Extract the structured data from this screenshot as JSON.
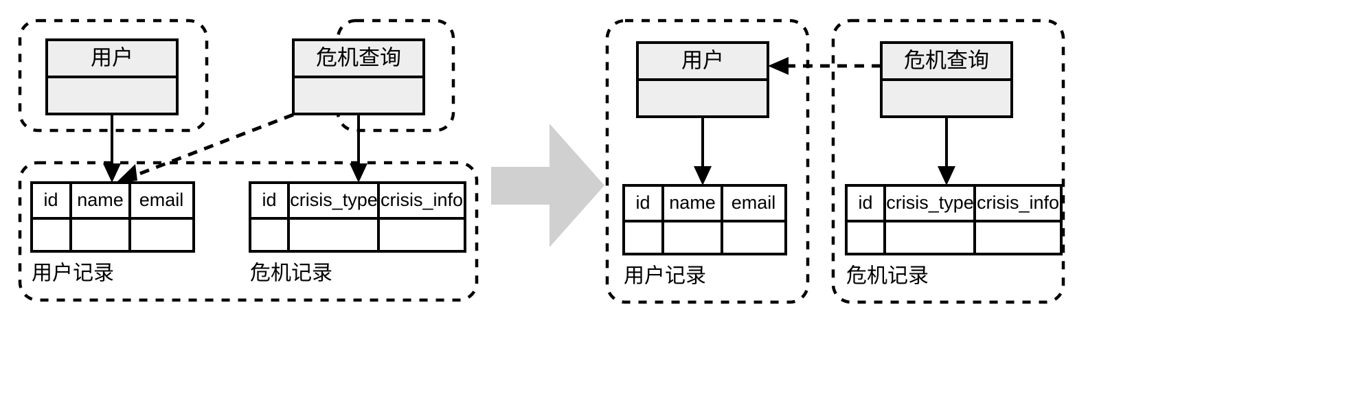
{
  "diagram": {
    "title": "UML class to database table mapping refactoring",
    "colors": {
      "class_box_fill": "#eeeeee",
      "stroke": "#000000",
      "table_fill": "#ffffff",
      "transition_arrow": "#d0d0d0",
      "page_background": "#ffffff"
    },
    "panels": [
      {
        "id": "before",
        "name": "before-panel",
        "groups": [
          {
            "id": "before-user-class-group",
            "name": "user-class-package",
            "kind": "dashed-package",
            "class_box": {
              "name": "user-class-box",
              "title": "用户",
              "has_attributes_compartment": true
            }
          },
          {
            "id": "before-crisis-class-group",
            "name": "crisis-query-class-package",
            "kind": "dashed-package",
            "class_box": {
              "name": "crisis-query-class-box",
              "title": "危机查询",
              "has_attributes_compartment": true
            }
          },
          {
            "id": "before-records-group",
            "name": "records-package",
            "kind": "dashed-package",
            "tables": [
              {
                "name": "user-record-table",
                "caption": "用户记录",
                "columns": [
                  "id",
                  "name",
                  "email"
                ],
                "empty_row": true
              },
              {
                "name": "crisis-record-table",
                "caption": "危机记录",
                "columns": [
                  "id",
                  "crisis_type",
                  "crisis_info"
                ],
                "empty_row": true
              }
            ]
          }
        ],
        "connections": [
          {
            "name": "user-class-to-user-record",
            "from": "用户",
            "to": "用户记录",
            "style": "solid",
            "arrow": "open"
          },
          {
            "name": "crisis-query-to-crisis-record",
            "from": "危机查询",
            "to": "危机记录",
            "style": "solid",
            "arrow": "open"
          },
          {
            "name": "crisis-query-to-user-record-dependency",
            "from": "危机查询",
            "to": "用户记录",
            "style": "dashed",
            "arrow": "open"
          }
        ]
      },
      {
        "id": "after",
        "name": "after-panel",
        "groups": [
          {
            "id": "after-user-group",
            "name": "user-module-package",
            "kind": "dashed-package",
            "class_box": {
              "name": "user-class-box",
              "title": "用户",
              "has_attributes_compartment": true
            },
            "tables": [
              {
                "name": "user-record-table",
                "caption": "用户记录",
                "columns": [
                  "id",
                  "name",
                  "email"
                ],
                "empty_row": true
              }
            ]
          },
          {
            "id": "after-crisis-group",
            "name": "crisis-module-package",
            "kind": "dashed-package",
            "class_box": {
              "name": "crisis-query-class-box",
              "title": "危机查询",
              "has_attributes_compartment": true
            },
            "tables": [
              {
                "name": "crisis-record-table",
                "caption": "危机记录",
                "columns": [
                  "id",
                  "crisis_type",
                  "crisis_info"
                ],
                "empty_row": true
              }
            ]
          }
        ],
        "connections": [
          {
            "name": "user-class-to-user-record",
            "from": "用户",
            "to": "用户记录",
            "style": "solid",
            "arrow": "open"
          },
          {
            "name": "crisis-query-to-crisis-record",
            "from": "危机查询",
            "to": "危机记录",
            "style": "solid",
            "arrow": "open"
          },
          {
            "name": "crisis-query-to-user-class-dependency",
            "from": "危机查询",
            "to": "用户",
            "style": "dashed",
            "arrow": "open"
          }
        ]
      }
    ],
    "transition": {
      "name": "transition-arrow",
      "direction": "right",
      "label": ""
    }
  }
}
